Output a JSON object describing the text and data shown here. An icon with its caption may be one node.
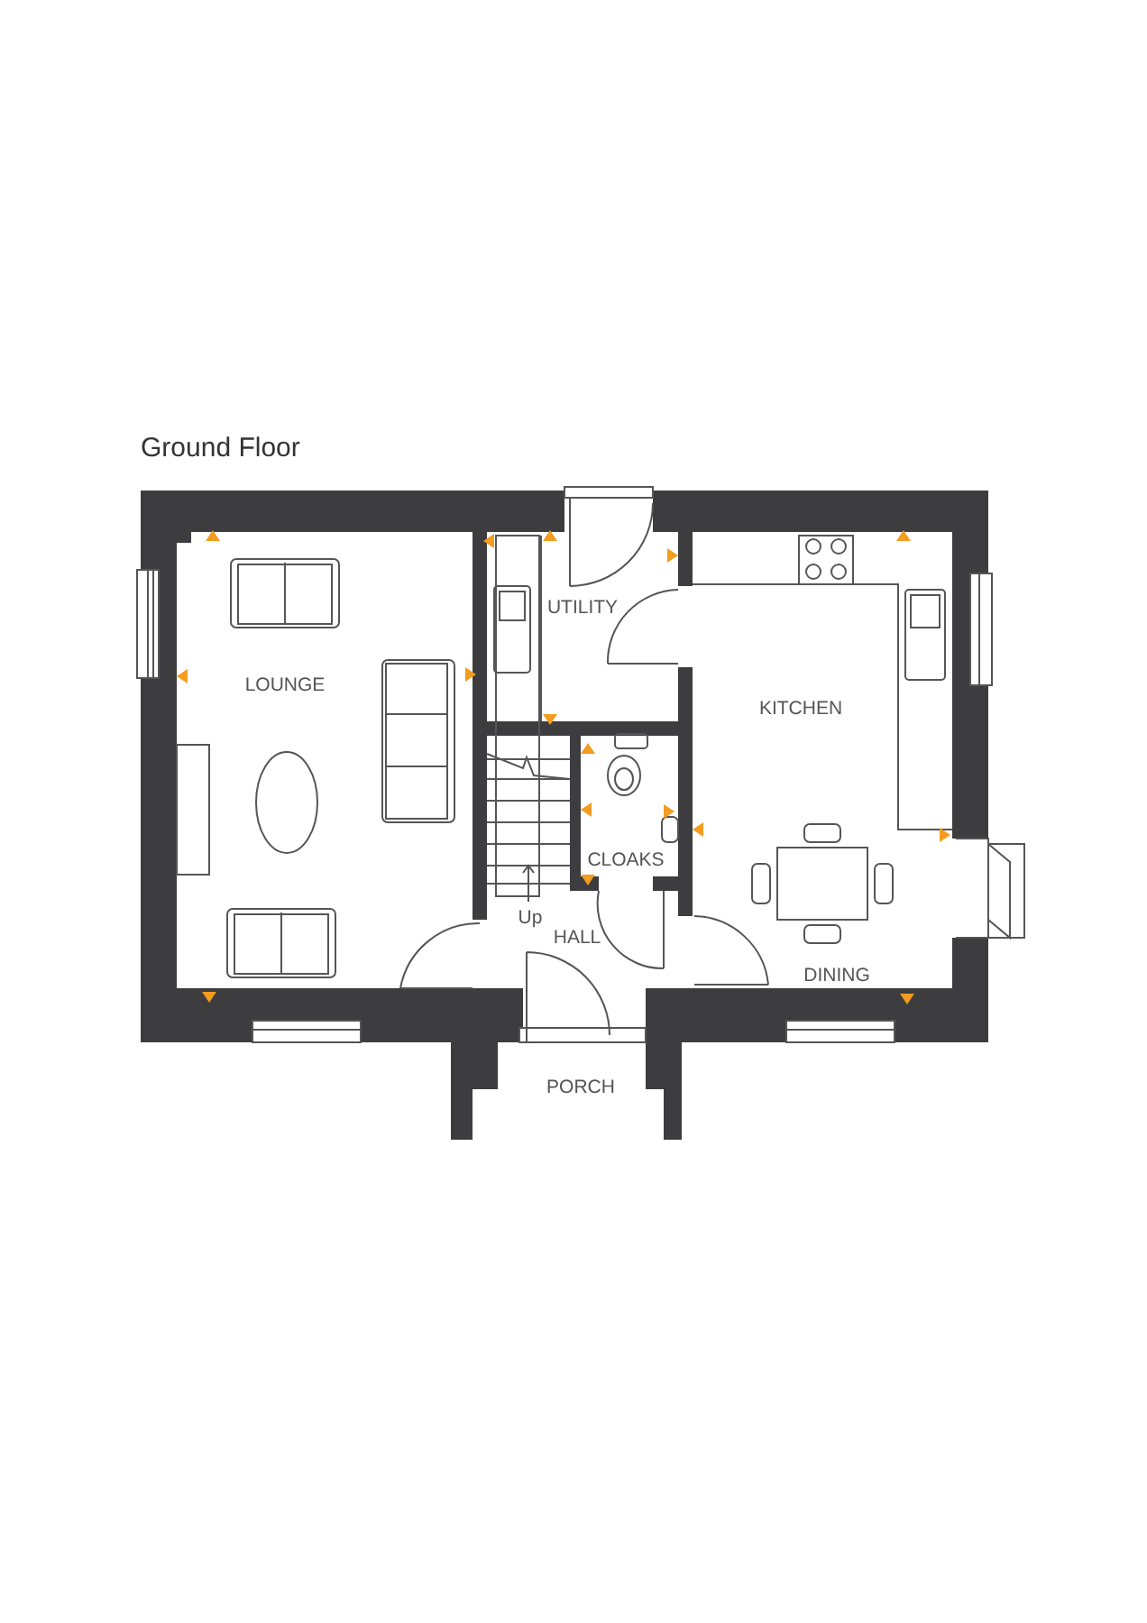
{
  "diagram": {
    "title": "Ground Floor",
    "labels": [
      "UTILITY",
      "LOUNGE",
      "KITCHEN",
      "CLOAKS",
      "Up",
      "HALL",
      "DINING",
      "PORCH"
    ]
  }
}
